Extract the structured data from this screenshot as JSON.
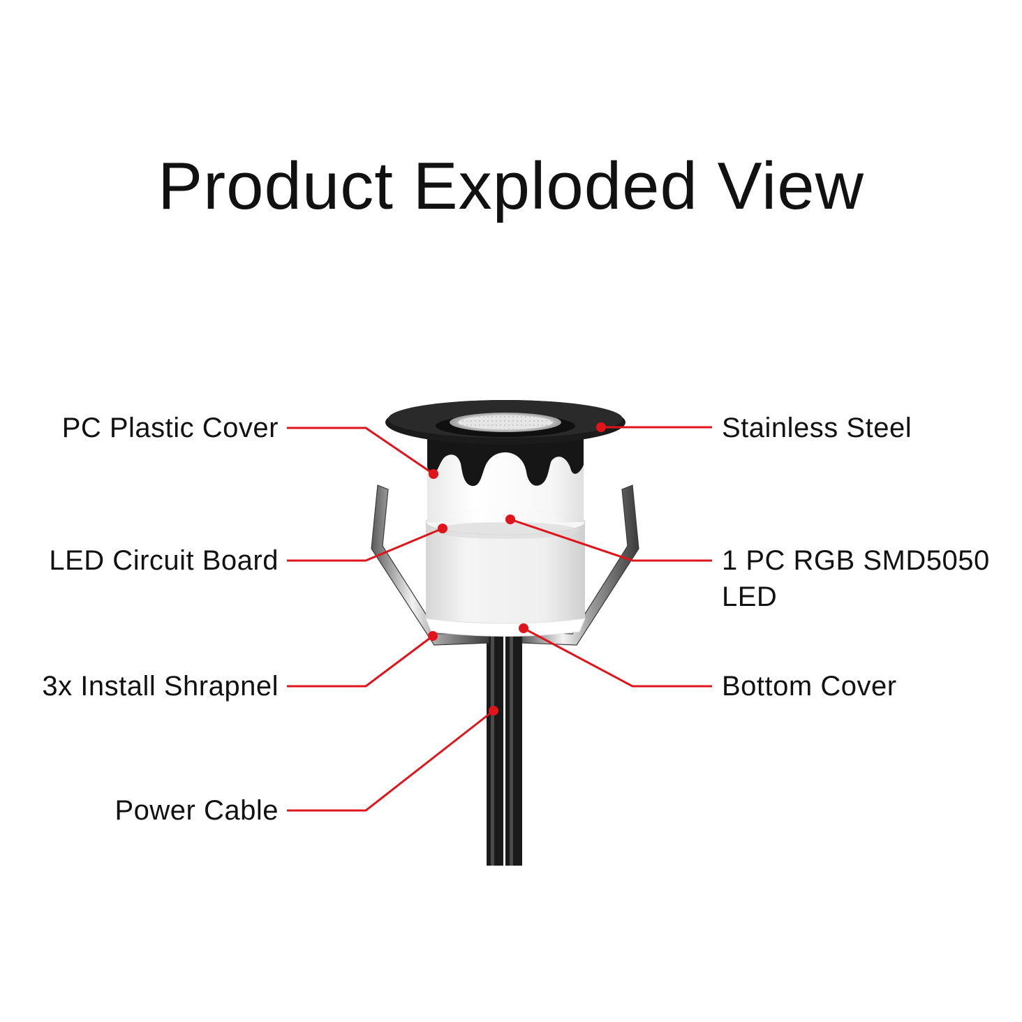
{
  "title": "Product Exploded View",
  "accent_color": "#e0141b",
  "callouts": {
    "left": [
      {
        "id": "pc-plastic-cover",
        "label": "PC Plastic Cover"
      },
      {
        "id": "led-circuit-board",
        "label": "LED Circuit Board"
      },
      {
        "id": "install-shrapnel",
        "label": "3x Install Shrapnel"
      },
      {
        "id": "power-cable",
        "label": "Power Cable"
      }
    ],
    "right": [
      {
        "id": "stainless-steel",
        "label": "Stainless Steel"
      },
      {
        "id": "rgb-led",
        "label": "1 PC RGB SMD5050\nLED"
      },
      {
        "id": "bottom-cover",
        "label": "Bottom Cover"
      }
    ]
  }
}
